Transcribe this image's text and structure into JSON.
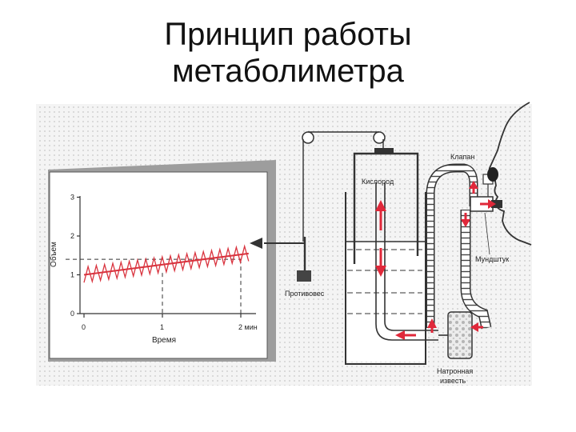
{
  "slide": {
    "title_line1": "Принцип работы",
    "title_line2": "метаболиметра"
  },
  "figure": {
    "labels": {
      "y_axis": "Объем",
      "x_axis": "Время",
      "oxygen": "Кислород",
      "valve": "Клапан",
      "mouthpiece": "Мундштук",
      "counterweight": "Противовес",
      "soda_lime_line1": "Натронная",
      "soda_lime_line2": "известь"
    },
    "colors": {
      "trace": "#d9343f",
      "arrow": "#e0283a",
      "water": "#9aa0a6"
    }
  },
  "chart_data": {
    "type": "line",
    "xlabel": "Время",
    "ylabel": "Объем",
    "x_ticks": [
      "0",
      "1",
      "2 мин"
    ],
    "y_ticks": [
      "0",
      "1",
      "2",
      "3"
    ],
    "xlim": [
      0,
      2.2
    ],
    "ylim": [
      0,
      3
    ],
    "trend_start": [
      0,
      1.0
    ],
    "trend_end": [
      2.1,
      1.55
    ],
    "oscillation_amplitude": 0.2,
    "cycles": 20
  }
}
